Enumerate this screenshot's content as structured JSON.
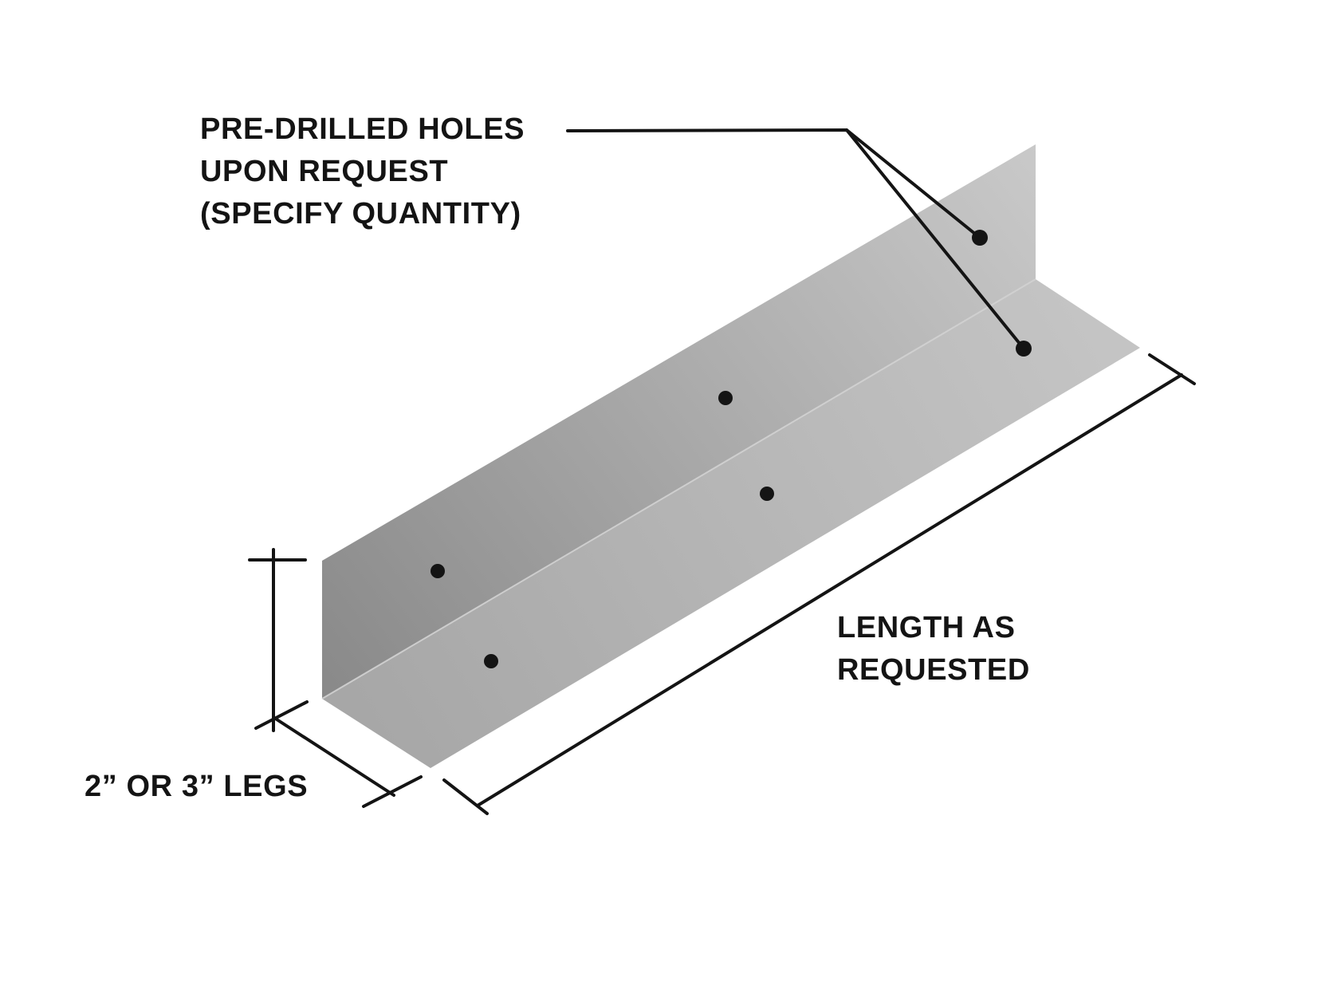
{
  "annotation": {
    "pre_drilled_holes": {
      "lines": [
        "PRE-DRILLED HOLES",
        "UPON REQUEST",
        "(SPECIFY QUANTITY)"
      ]
    },
    "length": {
      "lines": [
        "LENGTH AS",
        "REQUESTED"
      ]
    },
    "legs": {
      "text": "2” OR 3” LEGS"
    }
  },
  "diagram": {
    "visible_holes": "6",
    "colors": {
      "background": "#ffffff",
      "line": "#141414",
      "hole": "#141414",
      "vertical_leg_dark": "#898989",
      "vertical_leg_light": "#c9c9c9",
      "horizontal_leg_dark": "#a7a7a7",
      "horizontal_leg_light": "#c4c4c4",
      "fold_highlight": "#d2d2d2"
    }
  }
}
